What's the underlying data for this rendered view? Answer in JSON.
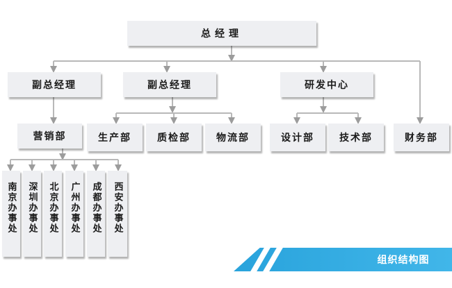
{
  "org": {
    "ceo": "总经理",
    "vp1": "副总经理",
    "vp2": "副总经理",
    "rd": "研发中心",
    "sales": "营销部",
    "production": "生产部",
    "qc": "质检部",
    "logistics": "物流部",
    "design": "设计部",
    "tech": "技术部",
    "finance": "财务部",
    "offices": [
      "南京办事处",
      "深圳办事处",
      "北京办事处",
      "广州办事处",
      "成都办事处",
      "西安办事处"
    ]
  },
  "banner": {
    "title": "组织结构图"
  },
  "colors": {
    "box": "#eeeff2",
    "line": "#b8b8b8",
    "arrow": "#9c9c9c",
    "banner": "#2ea7df"
  }
}
